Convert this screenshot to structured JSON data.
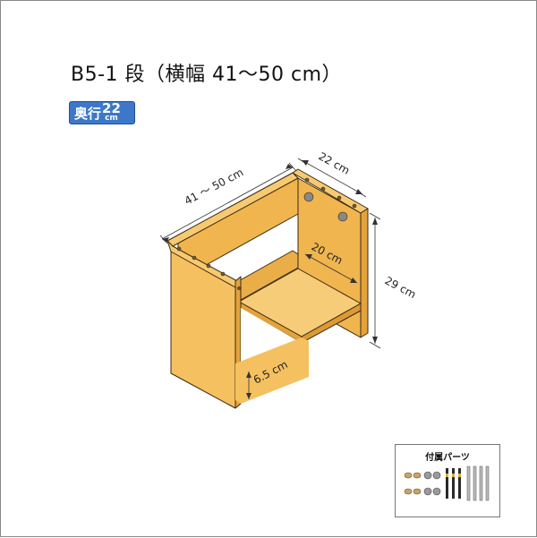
{
  "product": {
    "title": "B5-1 段（横幅 41～50 cm）",
    "depth_badge": {
      "label": "奥行",
      "value": "22",
      "unit": "cm"
    }
  },
  "dimensions": {
    "width": "41 ～ 50 cm",
    "depth": "22 cm",
    "height": "29 cm",
    "inner_depth": "20 cm",
    "shelf_height": "6.5 cm"
  },
  "parts": {
    "title": "付属パーツ"
  },
  "colors": {
    "wood": "#f5c060",
    "wood_side": "#e8aa42",
    "outline": "#3a2a10",
    "badge": "#3d78c8"
  }
}
